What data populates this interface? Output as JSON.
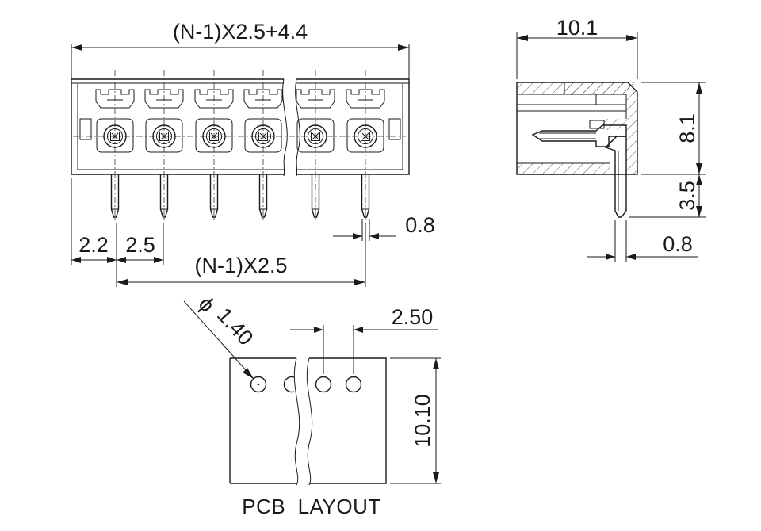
{
  "front_view": {
    "overall_width_label": "(N-1)X2.5+4.4",
    "edge_offset_label": "2.2",
    "pitch_label": "2.5",
    "pin_span_label": "(N-1)X2.5",
    "pin_width_label": "0.8"
  },
  "side_view": {
    "depth_label": "10.1",
    "body_height_label": "8.1",
    "pin_length_label": "3.5",
    "pin_width_label": "0.8"
  },
  "pcb_layout": {
    "hole_diameter_label": "1.40",
    "diameter_symbol": "ϕ",
    "hole_pitch_label": "2.50",
    "height_label": "10.10",
    "caption": "PCB  LAYOUT"
  }
}
